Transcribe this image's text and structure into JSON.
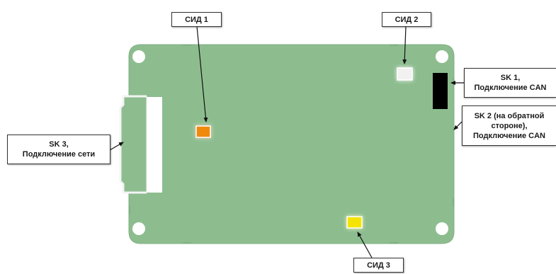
{
  "colors": {
    "board": "#8dbd8f",
    "board_edge": "#7fae81",
    "led1": "#f08a10",
    "led2": "#f1f1f1",
    "led3": "#f5e400",
    "connector_can": "#000000",
    "connector_network": "#8dbd8f"
  },
  "labels": {
    "led1": "СИД 1",
    "led2": "СИД 2",
    "led3": "СИД 3",
    "sk1_line1": "SK 1,",
    "sk1_line2": "Подключение CAN",
    "sk2_line1": "SK 2 (на обратной",
    "sk2_line2": "стороне),",
    "sk2_line3": "Подключение CAN",
    "sk3_line1": "SK 3,",
    "sk3_line2": "Подключение сети"
  }
}
